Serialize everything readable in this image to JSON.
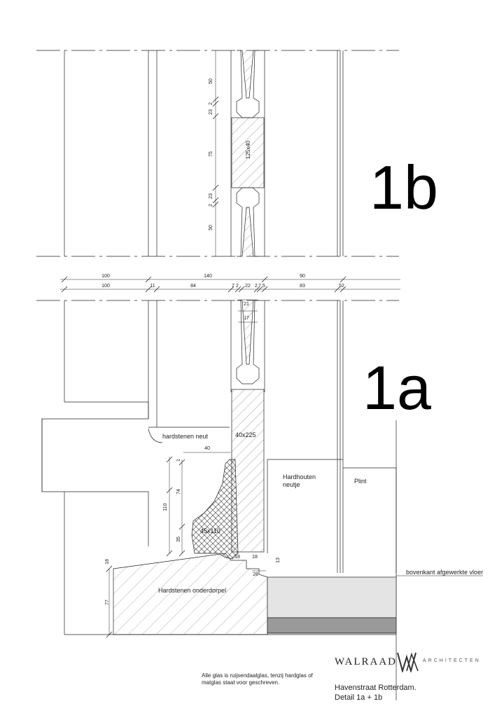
{
  "details": {
    "top_label": "1b",
    "bottom_label": "1a"
  },
  "dimensions_1b": {
    "top_50": "50",
    "top_2": "2",
    "top_23": "23",
    "middle_75": "75",
    "bottom_23": "23",
    "bottom_2": "2",
    "bottom_50": "50",
    "section": "125x40"
  },
  "dimension_row_upper": [
    "100",
    "140",
    "90"
  ],
  "dimension_row_lower": [
    "100",
    "11",
    "84",
    "7",
    "2",
    "22",
    "2",
    "7",
    "5",
    "83",
    "52"
  ],
  "dimensions_1a": {
    "d21": "21",
    "d17": "17",
    "d40": "40",
    "d1": "1",
    "d74": "74",
    "d110": "110",
    "d35": "35",
    "d18_top": "18",
    "d18_a": "18",
    "d18_b": "18",
    "d13": "13",
    "d28": "28",
    "d77": "77"
  },
  "labels": {
    "hardstenen_neut": "hardstenen neut",
    "stile_40x225": "40x225",
    "hardhouten_neutje_1": "Hardhouten",
    "hardhouten_neutje_2": "neutje",
    "plint": "Plint",
    "bovenkant_vloer": "bovenkant afgewerkte vloer",
    "section_45x110": "45x110",
    "hardstenen_onderdorpel": "Hardstenen onderdorpel"
  },
  "note": {
    "line1": "Alle glas is ruijsendaalglas, tenzij hardglas of",
    "line2": "matglas staat voor geschreven."
  },
  "logo": {
    "name": "WALRAAD",
    "subtitle": "ARCHITECTEN"
  },
  "title_block": {
    "project": "Havenstraat Rotterdam.",
    "detail": "Detail 1a + 1b"
  }
}
